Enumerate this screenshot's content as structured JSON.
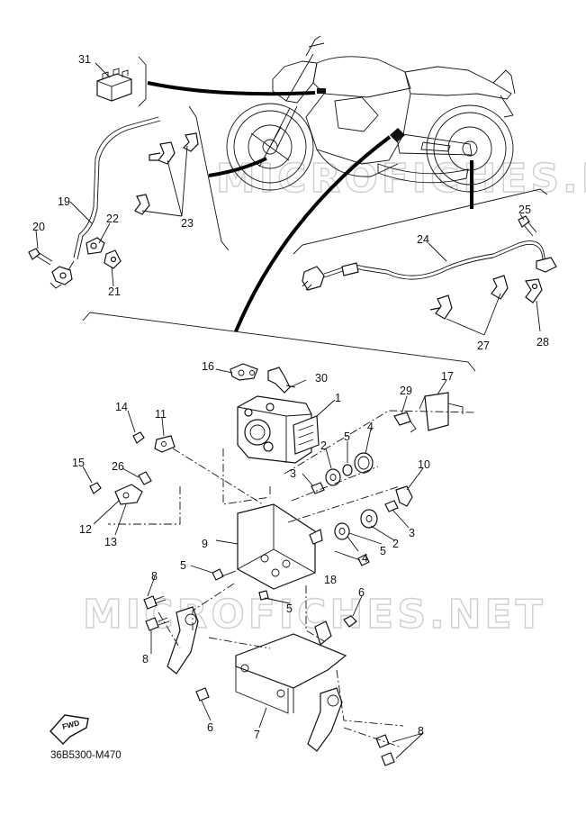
{
  "diagram_code": "36B5300-M470",
  "fwd_label": "FWD",
  "watermark": "MICROFICHES.NET",
  "callouts": {
    "c1": "1",
    "c2a": "2",
    "c2b": "2",
    "c3a": "3",
    "c3b": "3",
    "c4a": "4",
    "c4b": "4",
    "c5a": "5",
    "c5b": "5",
    "c5c": "5",
    "c5d": "5",
    "c6a": "6",
    "c6b": "6",
    "c7": "7",
    "c8a": "8",
    "c8b": "8",
    "c8c": "8",
    "c9": "9",
    "c10": "10",
    "c11": "11",
    "c12": "12",
    "c13": "13",
    "c14": "14",
    "c15": "15",
    "c16": "16",
    "c17": "17",
    "c18": "18",
    "c19": "19",
    "c20": "20",
    "c21": "21",
    "c22": "22",
    "c23": "23",
    "c24": "24",
    "c25": "25",
    "c26": "26",
    "c27": "27",
    "c28": "28",
    "c29": "29",
    "c30": "30",
    "c31": "31"
  }
}
